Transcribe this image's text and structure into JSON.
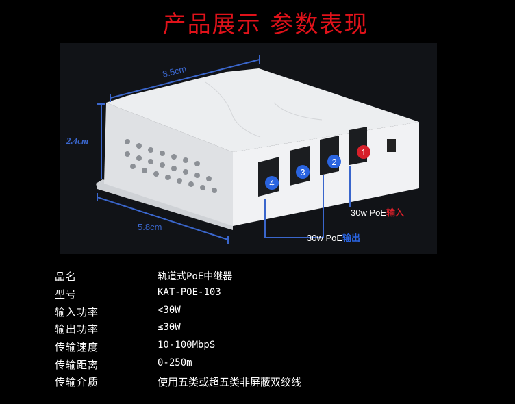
{
  "title": "产品展示  参数表现",
  "image": {
    "dim_length": "8.5cm",
    "dim_height": "2.4cm",
    "dim_width": "5.8cm",
    "ports": [
      "1",
      "2",
      "3",
      "4"
    ],
    "input_label": {
      "prefix": "30w PoE",
      "suffix": "输入"
    },
    "output_label": {
      "prefix": "30w PoE",
      "suffix": "输出"
    },
    "colors": {
      "dim": "#3a66cc",
      "input": "#d8202a",
      "output": "#2a64e0"
    }
  },
  "specs": [
    {
      "label": "品名",
      "value": "轨道式PoE中继器"
    },
    {
      "label": "型号",
      "value": "KAT-POE-103"
    },
    {
      "label": "输入功率",
      "value": "<30W"
    },
    {
      "label": "输出功率",
      "value": "≤30W"
    },
    {
      "label": "传输速度",
      "value": "10-100MbpS"
    },
    {
      "label": "传输距离",
      "value": "0-250m"
    },
    {
      "label": "传输介质",
      "value": "使用五类或超五类非屏蔽双绞线"
    }
  ]
}
